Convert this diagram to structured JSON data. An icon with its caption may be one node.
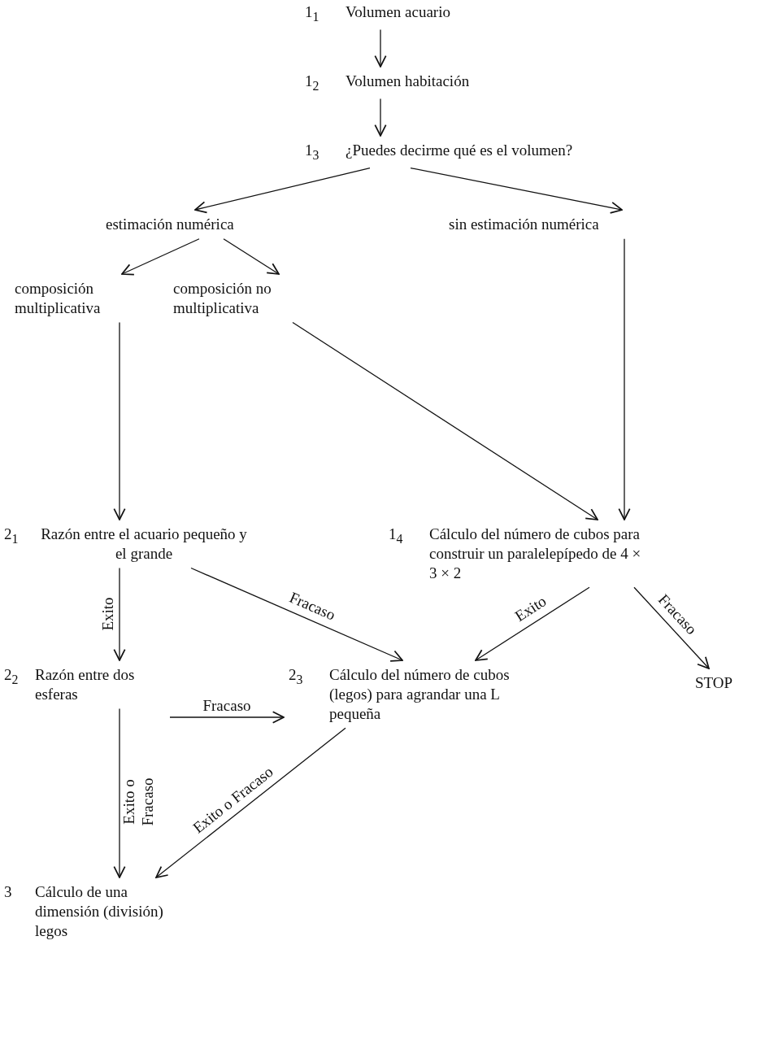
{
  "diagram": {
    "nodes": [
      {
        "text": [
          "1$_{1}$",
          "Volumen acuario"
        ]
      },
      {
        "text": [
          "1$_{2}$",
          "Volumen habitación"
        ]
      },
      {
        "text": [
          "1$_{3}$",
          "¿Puedes decirme qué es el volumen?"
        ]
      },
      {
        "text": [
          "estimación numérica"
        ]
      },
      {
        "text": [
          "sin estimación numérica"
        ]
      },
      {
        "text": [
          "composición multiplicativa"
        ]
      },
      {
        "text": [
          "composición no multiplicativa"
        ]
      },
      {
        "text": [
          "2$_{1}$",
          "Razón entre el acuario pequeño y el grande"
        ]
      },
      {
        "text": [
          "1$_{4}$",
          "Cálculo del número de cubos para construir un paralelepípedo de 4 × 3 × 2"
        ]
      },
      {
        "text": [
          "2$_{2}$",
          "Razón entre dos esferas"
        ]
      },
      {
        "text": [
          "2$_{3}$",
          "Cálculo del número de cubos (legos) para agrandar una L pequeña"
        ]
      },
      {
        "text": [
          "STOP"
        ]
      },
      {
        "text": [
          "3",
          "Cálculo de una dimensión (división) legos"
        ]
      }
    ],
    "edges": [
      {
        "from": 0,
        "to": 1,
        "arrow": "to"
      },
      {
        "from": 1,
        "to": 2,
        "arrow": "to"
      },
      {
        "from": 2,
        "to": 3,
        "arrow": "to"
      },
      {
        "from": 2,
        "to": 4,
        "arrow": "to"
      },
      {
        "from": 3,
        "to": 5,
        "arrow": "to"
      },
      {
        "from": 3,
        "to": 6,
        "arrow": "to"
      },
      {
        "from": 5,
        "to": 7,
        "arrow": "to"
      },
      {
        "from": 6,
        "to": 8,
        "arrow": "to"
      },
      {
        "from": 4,
        "to": 8,
        "arrow": "to"
      },
      {
        "from": 7,
        "to": 9,
        "arrow": "to",
        "label": "Exito"
      },
      {
        "from": 7,
        "to": 10,
        "arrow": "to",
        "label": "Fracaso"
      },
      {
        "from": 8,
        "to": 10,
        "arrow": "to",
        "label": "Exito"
      },
      {
        "from": 8,
        "to": 11,
        "arrow": "to",
        "label": "Fracaso"
      },
      {
        "from": 9,
        "to": 10,
        "arrow": "to",
        "label": "Fracaso"
      },
      {
        "from": 9,
        "to": 12,
        "arrow": "to",
        "label": "Exito o Fracaso"
      },
      {
        "from": 10,
        "to": 12,
        "arrow": "to",
        "label": "Exito o Fracaso"
      }
    ]
  }
}
